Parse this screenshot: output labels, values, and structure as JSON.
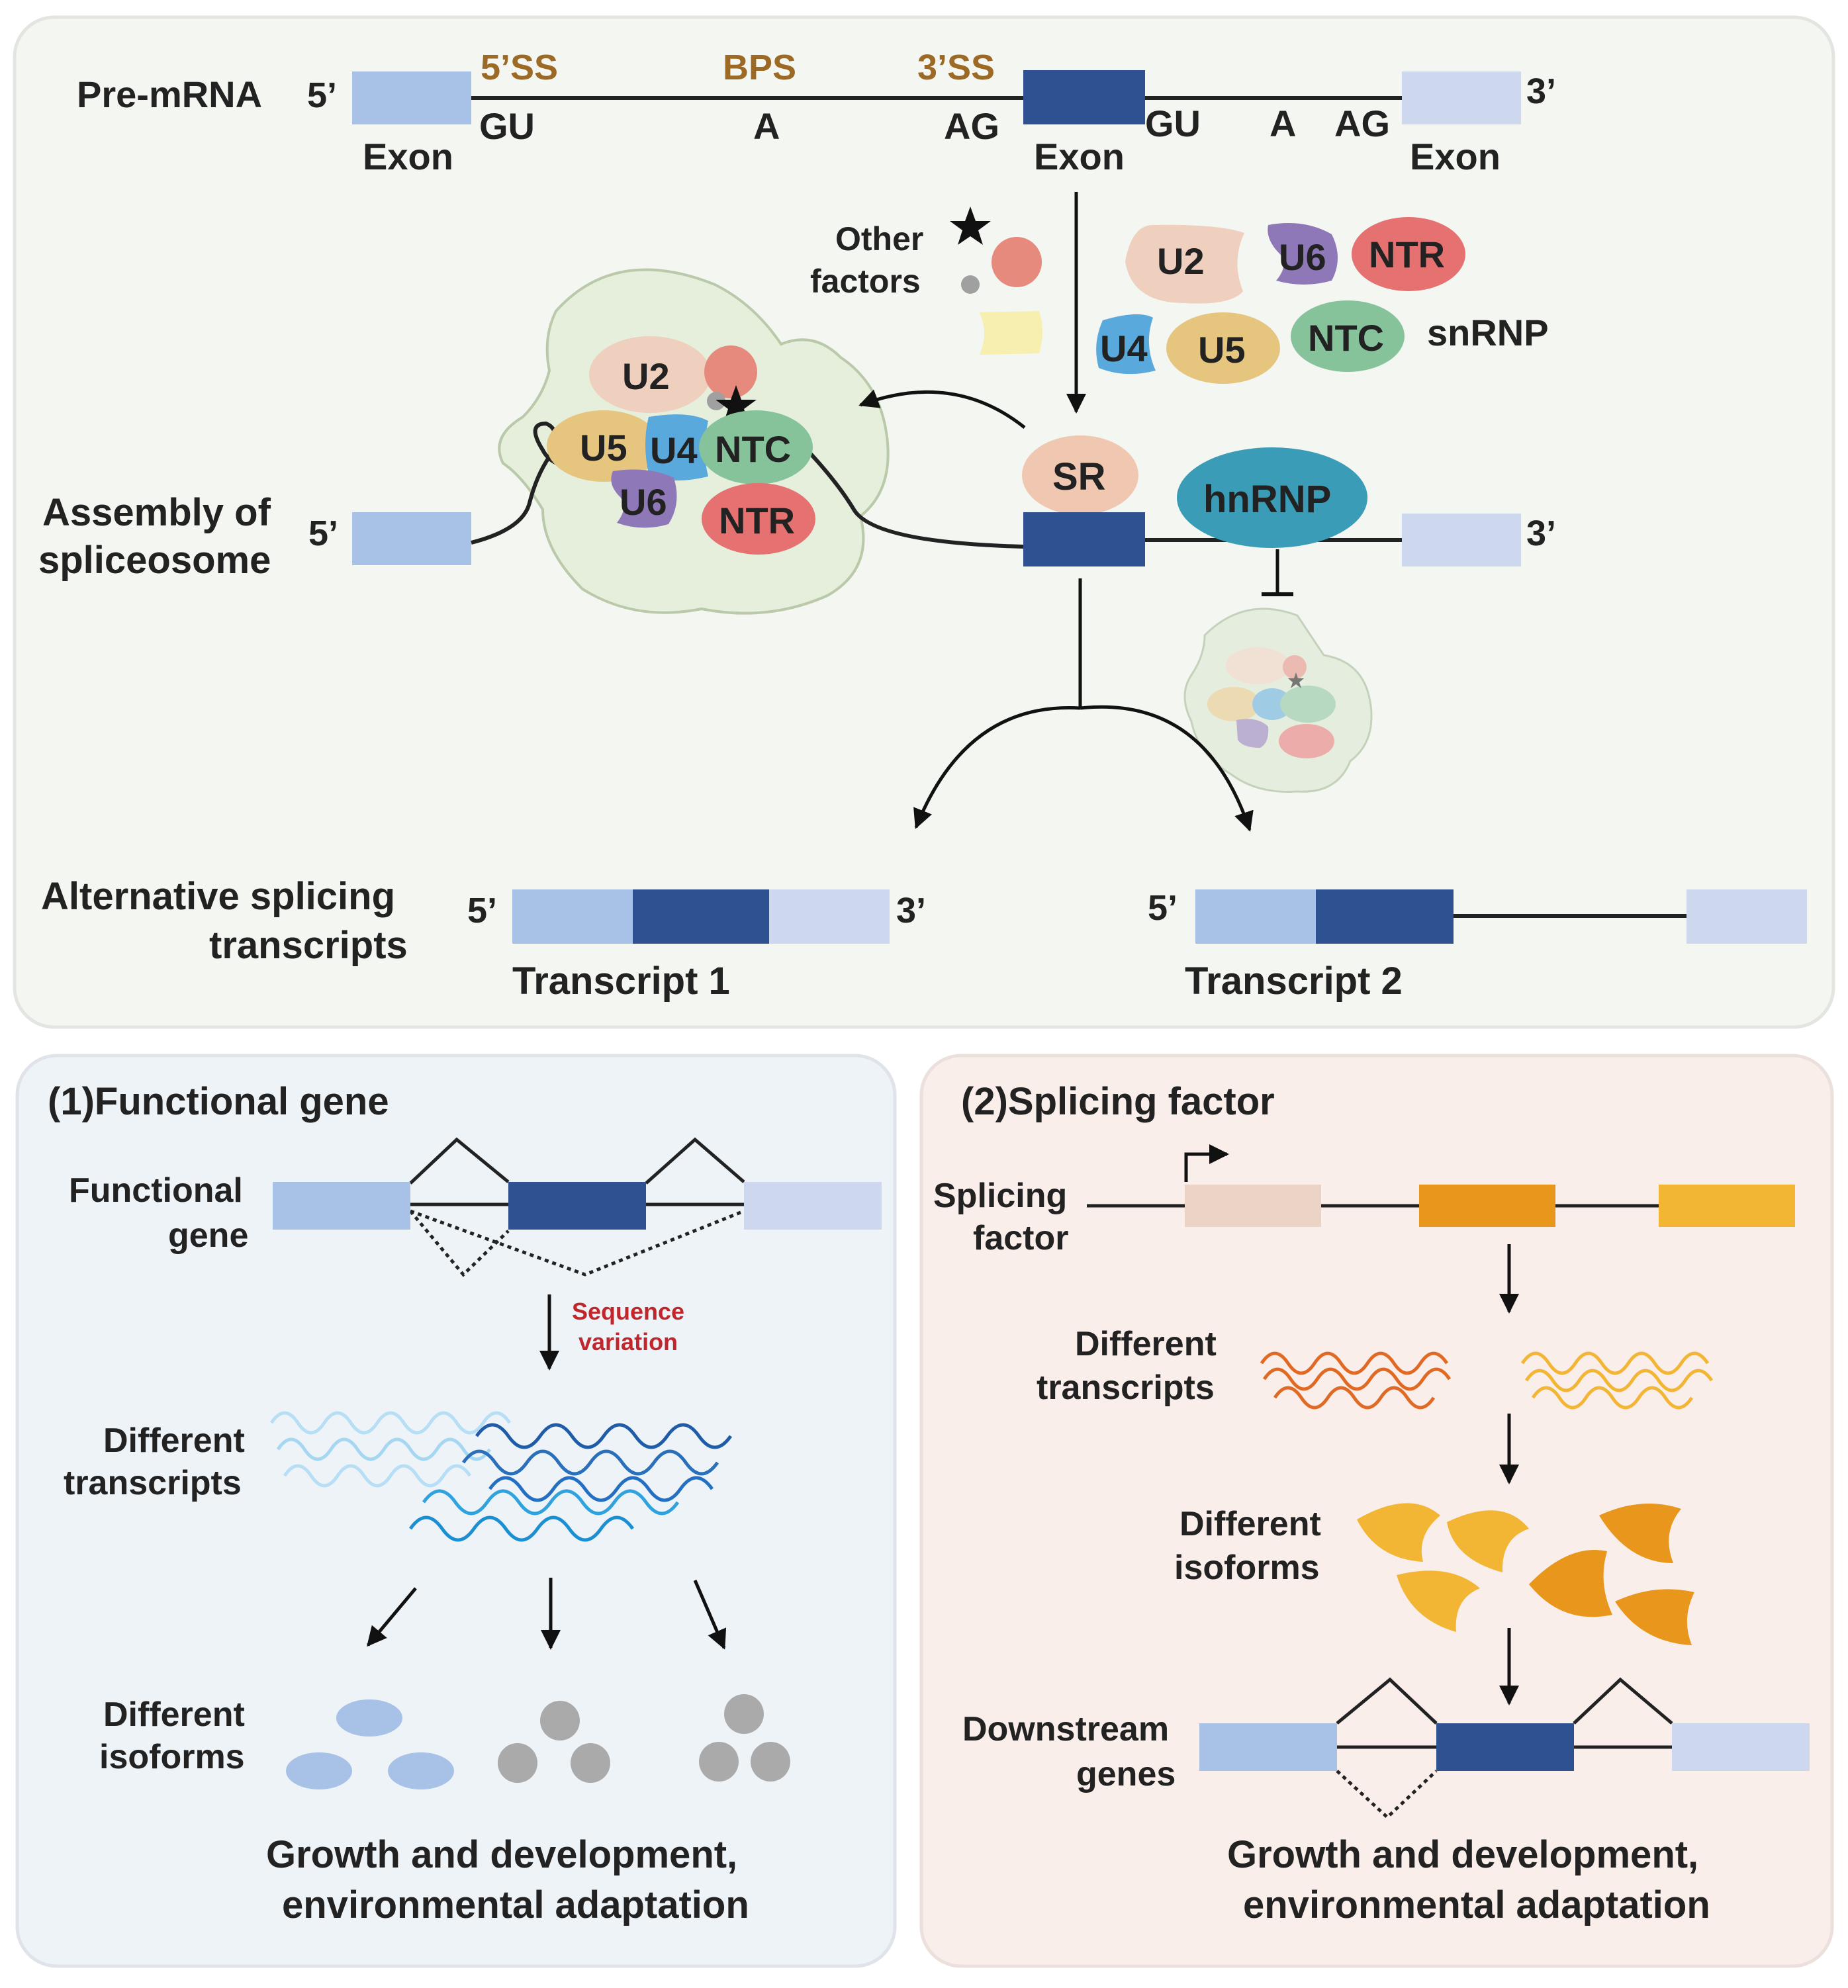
{
  "top": {
    "pre_mrna_label": "Pre-mRNA",
    "five_prime": "5’",
    "three_prime": "3’",
    "ss5": "5’SS",
    "bps": "BPS",
    "ss3": "3’SS",
    "gu": "GU",
    "a": "A",
    "ag": "AG",
    "exon": "Exon",
    "other_factors_line1": "Other",
    "other_factors_line2": "factors",
    "snrnp": "snRNP",
    "u2": "U2",
    "u4": "U4",
    "u5": "U5",
    "u6": "U6",
    "ntc": "NTC",
    "ntr": "NTR",
    "sr": "SR",
    "hnrnp": "hnRNP",
    "assembly_line1": "Assembly of",
    "assembly_line2": "spliceosome",
    "alt_line1": "Alternative splicing",
    "alt_line2": "transcripts",
    "transcript1": "Transcript 1",
    "transcript2": "Transcript 2"
  },
  "panel1": {
    "title": "(1)Functional gene",
    "gene_line1": "Functional",
    "gene_line2": "gene",
    "seq_var_line1": "Sequence",
    "seq_var_line2": "variation",
    "transcripts_line1": "Different",
    "transcripts_line2": "transcripts",
    "isoforms_line1": "Different",
    "isoforms_line2": "isoforms",
    "outcome_line1": "Growth and development,",
    "outcome_line2": "environmental adaptation"
  },
  "panel2": {
    "title": "(2)Splicing factor",
    "factor_line1": "Splicing",
    "factor_line2": "factor",
    "transcripts_line1": "Different",
    "transcripts_line2": "transcripts",
    "isoforms_line1": "Different",
    "isoforms_line2": "isoforms",
    "downstream_line1": "Downstream",
    "downstream_line2": "genes",
    "outcome_line1": "Growth and development,",
    "outcome_line2": "environmental adaptation"
  },
  "colors": {
    "exon_light": "#a7c2e6",
    "exon_dark": "#2e5291",
    "exon_pale": "#cdd8ee",
    "u2": "#efcfbe",
    "u4": "#5aa9dc",
    "u5": "#e6c57f",
    "u6": "#8e78b8",
    "ntc": "#86c39b",
    "ntr": "#e57171",
    "sr": "#f0c7b1",
    "hnrnp": "#3a9cb7",
    "spliceosome": "#e5efdb",
    "top_bg": "#f4f6f1",
    "panel1_bg": "#eef3f8",
    "panel2_bg": "#faeeea",
    "label_brown": "#9c6a25",
    "seq_var_red": "#c0272d",
    "orange": "#e8961c",
    "gold": "#f2b534"
  }
}
